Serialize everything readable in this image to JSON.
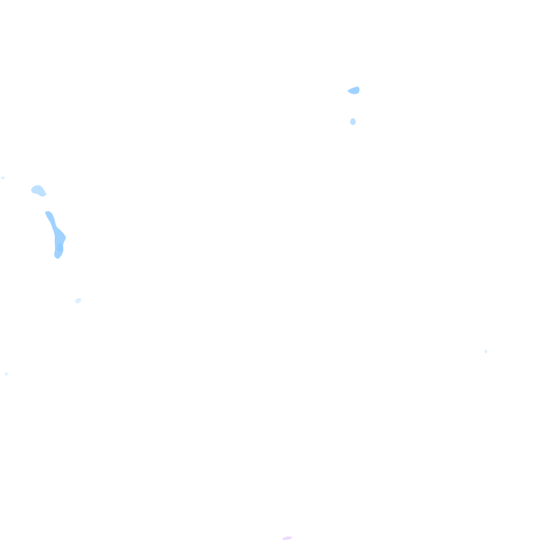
{
  "map": {
    "layer": "precipitation-radar-overlay",
    "background_color": "#ffffff",
    "colors": {
      "light": "#d6ecff",
      "medium": "#b3dcff",
      "heavy": "#8fcaff",
      "violet": "#e8d4ff"
    },
    "echoes": [
      {
        "id": "echo-north-center",
        "intensity": "heavy"
      },
      {
        "id": "echo-north-center-small",
        "intensity": "medium"
      },
      {
        "id": "echo-west-edge-dot",
        "intensity": "light"
      },
      {
        "id": "echo-west-cluster-top",
        "intensity": "medium"
      },
      {
        "id": "echo-west-band",
        "intensity": "heavy"
      },
      {
        "id": "echo-west-small",
        "intensity": "light"
      },
      {
        "id": "echo-southwest-dot",
        "intensity": "light"
      },
      {
        "id": "echo-east-dot",
        "intensity": "light"
      },
      {
        "id": "echo-south-violet",
        "intensity": "violet"
      }
    ]
  }
}
